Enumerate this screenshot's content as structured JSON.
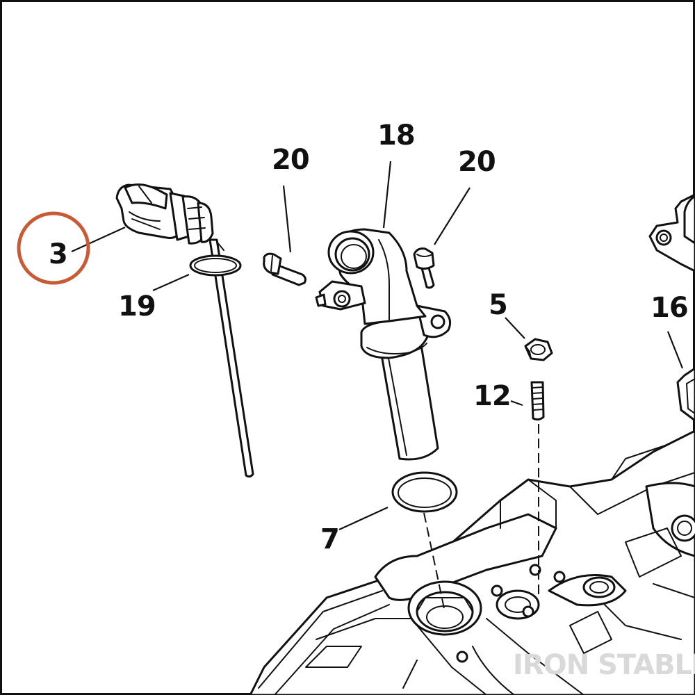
{
  "callouts": [
    {
      "id": "3",
      "label": "3",
      "highlighted": true
    },
    {
      "id": "19",
      "label": "19"
    },
    {
      "id": "20a",
      "label": "20"
    },
    {
      "id": "18",
      "label": "18"
    },
    {
      "id": "20b",
      "label": "20"
    },
    {
      "id": "5",
      "label": "5"
    },
    {
      "id": "16",
      "label": "16"
    },
    {
      "id": "12",
      "label": "12"
    },
    {
      "id": "7",
      "label": "7"
    }
  ],
  "watermark": "IRON STABLE",
  "colors": {
    "highlight_ring": "#c85a35",
    "line": "#111111",
    "watermark": "#d9d9d9"
  }
}
